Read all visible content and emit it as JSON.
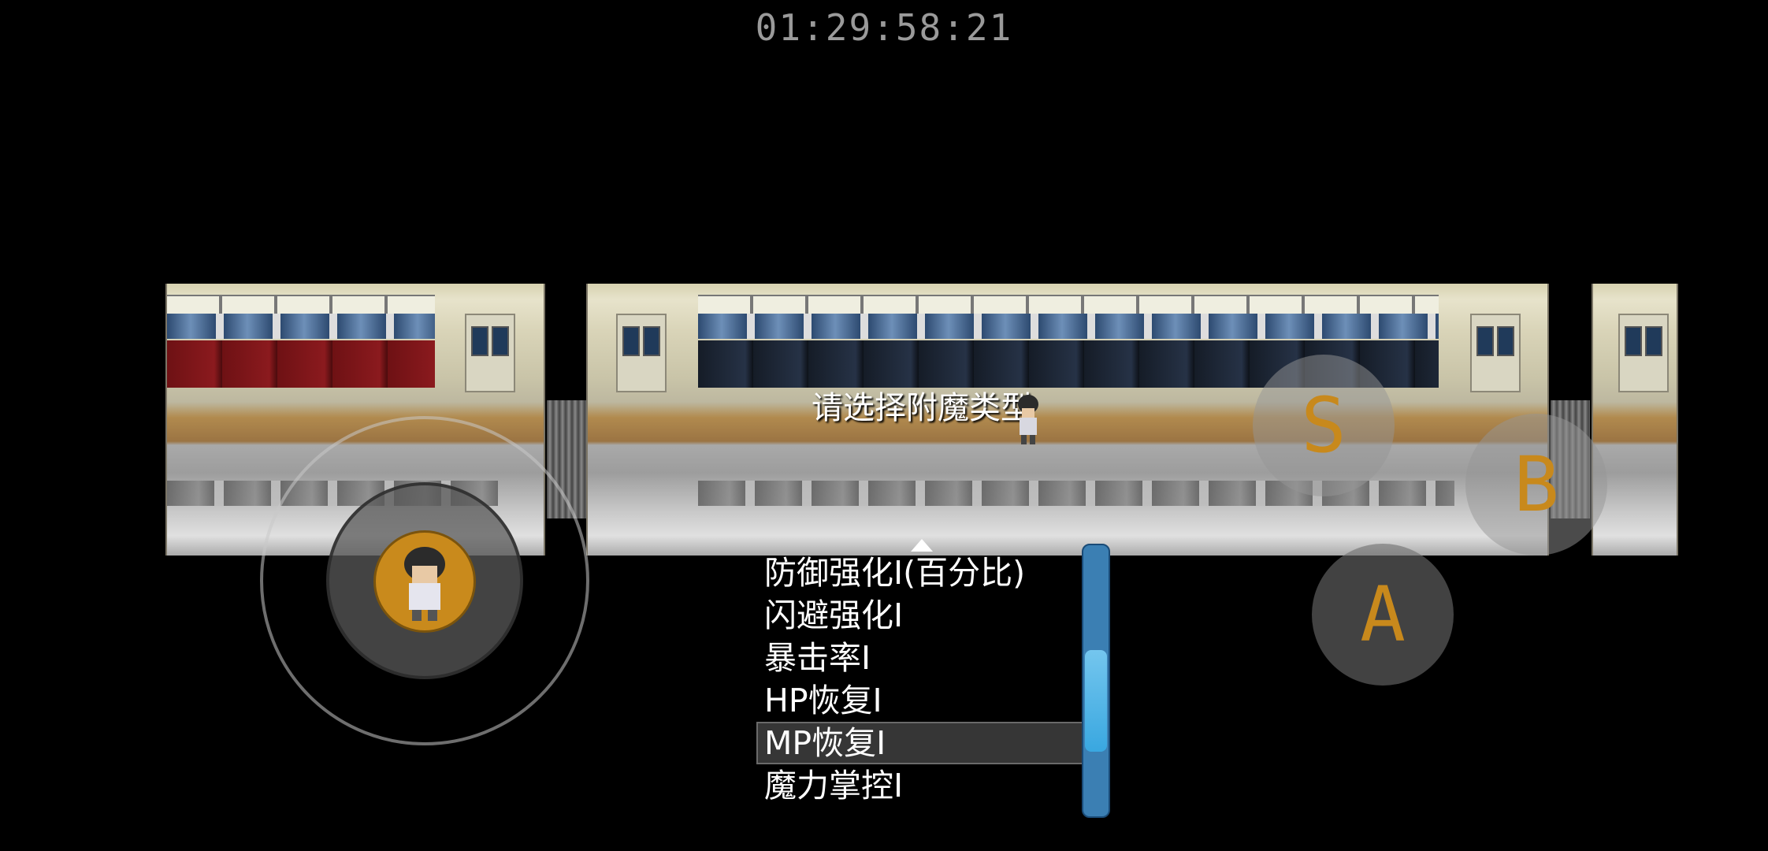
{
  "hud": {
    "timer": "01:29:58:21"
  },
  "dialog": {
    "prompt": "请选择附魔类型"
  },
  "choices": {
    "items": [
      "防御强化I(百分比)",
      "闪避强化I",
      "暴击率I",
      "HP恢复I",
      "MP恢复I",
      "魔力掌控I"
    ],
    "selected_index": 4
  },
  "scroll": {
    "position_fraction": 0.62,
    "visible_fraction": 0.38
  },
  "controls": {
    "s_label": "S",
    "b_label": "B",
    "a_label": "A"
  },
  "colors": {
    "knob": "#c98a1c",
    "button_letters": "#c8891c",
    "scrollbar": "#3b7fb3"
  }
}
